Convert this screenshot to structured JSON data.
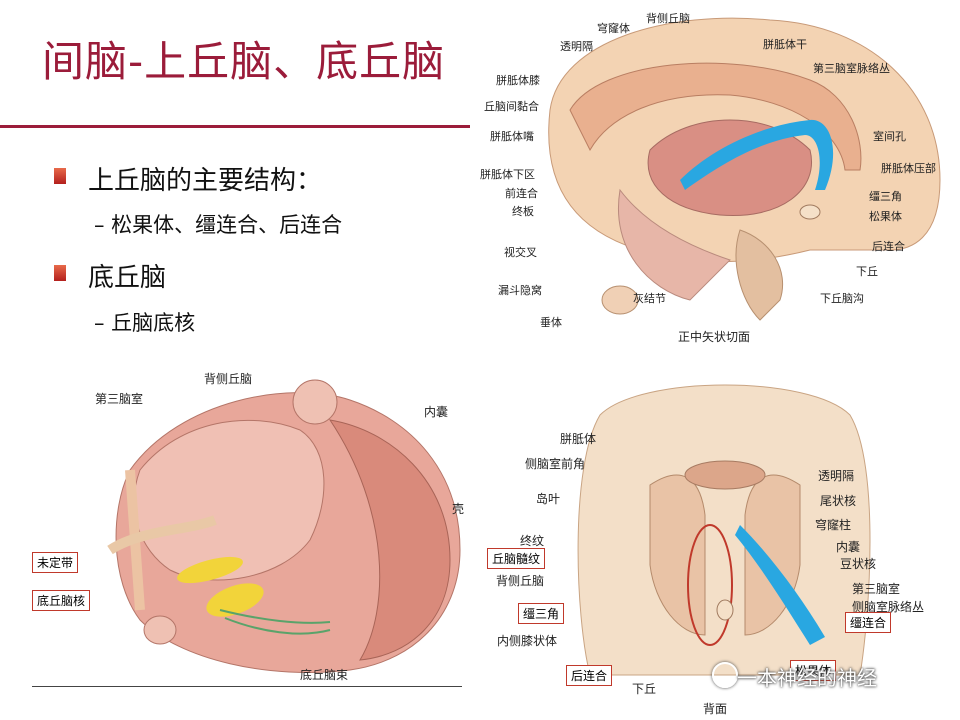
{
  "slide": {
    "title": "间脑-上丘脑、底丘脑",
    "bullets": [
      {
        "text": "上丘脑的主要结构：",
        "sub": "– 松果体、缰连合、后连合"
      },
      {
        "text": "底丘脑",
        "sub": "– 丘脑底核"
      }
    ]
  },
  "sagittal": {
    "caption": "正中矢状切面",
    "labels": [
      "穹窿体",
      "背侧丘脑",
      "透明隔",
      "胼胝体干",
      "胼胝体膝",
      "第三脑室脉络丛",
      "丘脑间黏合",
      "胼胝体嘴",
      "室间孔",
      "胼胝体下区",
      "胼胝体压部",
      "前连合",
      "缰三角",
      "终板",
      "松果体",
      "后连合",
      "视交叉",
      "下丘",
      "漏斗隐窝",
      "灰结节",
      "下丘脑沟",
      "垂体"
    ]
  },
  "lateral": {
    "labels": [
      "背侧丘脑",
      "第三脑室",
      "内囊",
      "壳",
      "底丘脑束"
    ],
    "boxed": [
      "未定带",
      "底丘脑核"
    ]
  },
  "coronal": {
    "caption": "背面",
    "labels": [
      "胼胝体",
      "侧脑室前角",
      "透明隔",
      "岛叶",
      "尾状核",
      "穹窿柱",
      "终纹",
      "内囊",
      "豆状核",
      "背侧丘脑",
      "第三脑室",
      "侧脑室脉络丛",
      "内侧膝状体",
      "下丘"
    ],
    "boxed": [
      "丘脑髓纹",
      "缰三角",
      "缰连合",
      "后连合",
      "松果体"
    ]
  },
  "watermark": "一本神经的神经",
  "colors": {
    "title": "#9b1c3a",
    "accent_blue": "#29a7e1",
    "highlight_yellow": "#f2d43a",
    "box_border": "#c0392b"
  }
}
